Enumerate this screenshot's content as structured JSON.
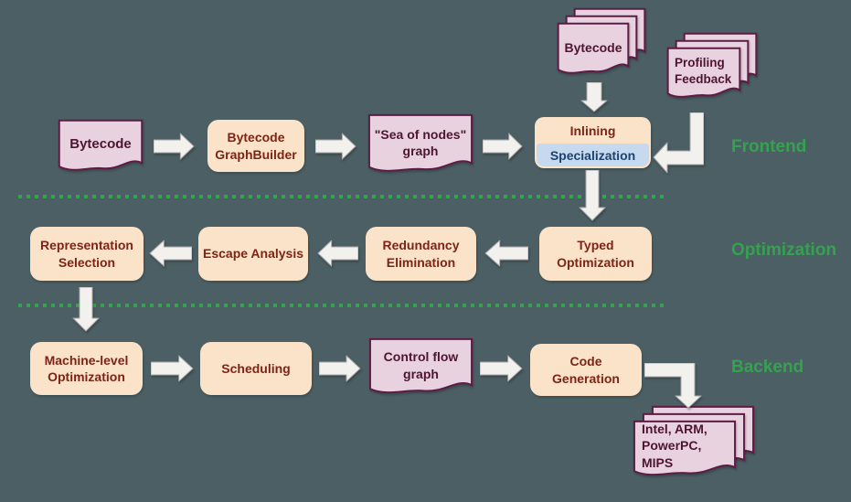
{
  "section_labels": {
    "frontend": "Frontend",
    "optimization": "Optimization",
    "backend": "Backend"
  },
  "nodes": {
    "bytecode_doc": "Bytecode",
    "bytecode_graphbuilder": "Bytecode\nGraphBuilder",
    "sea_of_nodes_graph": "\"Sea of nodes\"\ngraph",
    "inlining": "Inlining",
    "specialization": "Specialization",
    "bytecode_stack": "Bytecode",
    "profiling_feedback": "Profiling\nFeedback",
    "typed_optimization": "Typed\nOptimization",
    "redundancy_elimination": "Redundancy\nElimination",
    "escape_analysis": "Escape Analysis",
    "representation_selection": "Representation\nSelection",
    "machine_level_optimization": "Machine-level\nOptimization",
    "scheduling": "Scheduling",
    "control_flow_graph": "Control flow\ngraph",
    "code_generation": "Code\nGeneration",
    "target_architectures": "Intel, ARM,\nPowerPC,\nMIPS"
  },
  "colors": {
    "background": "#4b5f64",
    "document_fill": "#e8d2df",
    "document_border": "#5d1b45",
    "document_text": "#4e1533",
    "process_fill": "#fbe3c9",
    "process_text": "#7d2415",
    "specialization_fill": "#c6d9ee",
    "specialization_text": "#1d4370",
    "section_label_color": "#35a24f",
    "dotted_line_color": "#35a24f",
    "arrow_fill": "#f2f1ee"
  }
}
